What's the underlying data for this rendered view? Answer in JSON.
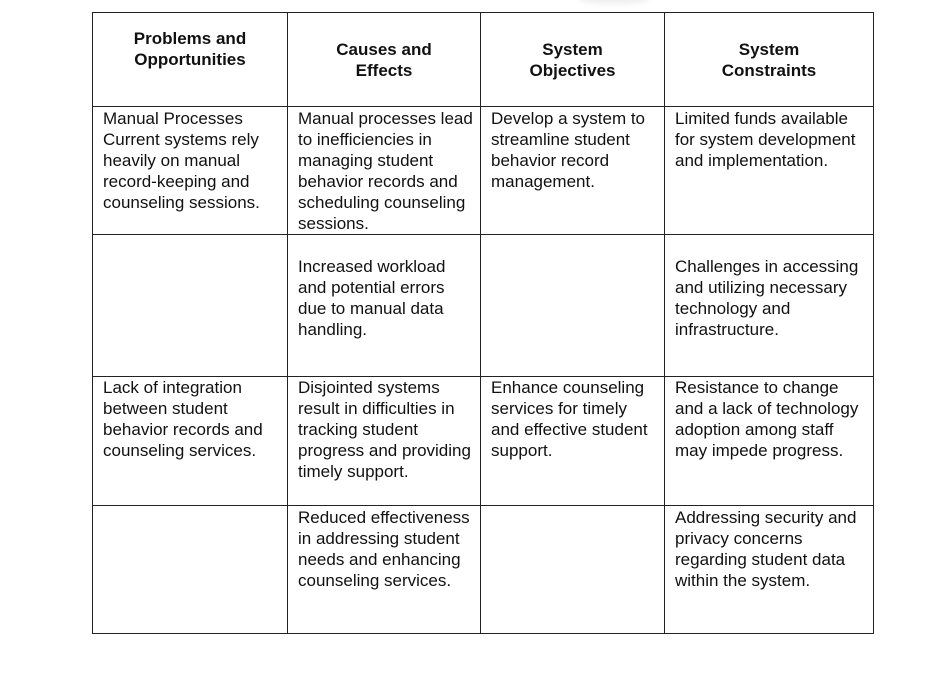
{
  "table": {
    "headers": [
      "Problems and\nOpportunities",
      "Causes and\nEffects",
      "System\nObjectives",
      "System\nConstraints"
    ],
    "rows": [
      [
        "Manual Processes\nCurrent systems rely heavily on manual record-keeping and counseling sessions.",
        "Manual processes lead to inefficiencies in managing student behavior records and scheduling counseling sessions.",
        "Develop a system to streamline student behavior record management.",
        "Limited funds available for system development and implementation."
      ],
      [
        "",
        "Increased workload and potential errors due to manual data handling.",
        "",
        "Challenges in accessing and utilizing necessary technology and infrastructure."
      ],
      [
        "Lack of integration between student behavior records and counseling services.",
        "Disjointed systems result in difficulties in tracking student progress and providing timely support.",
        "Enhance counseling services for timely and effective student support.",
        "Resistance to change and a lack of technology adoption among staff may impede progress."
      ],
      [
        "",
        "Reduced effectiveness in addressing student needs and enhancing counseling services.",
        "",
        "Addressing security and privacy concerns regarding student data within the system."
      ]
    ]
  }
}
